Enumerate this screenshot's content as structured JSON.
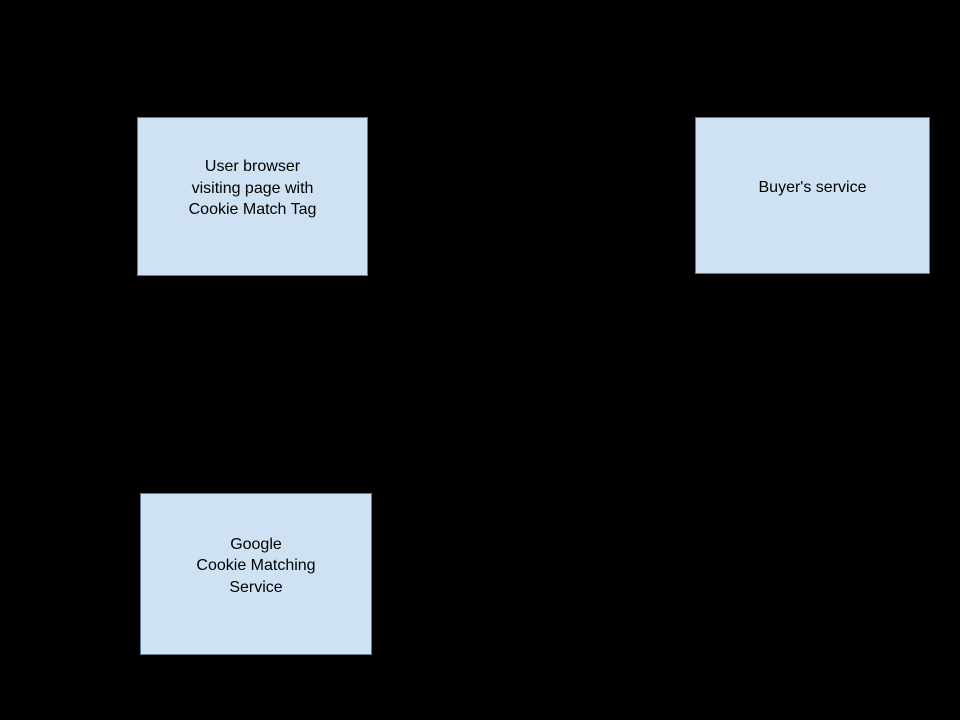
{
  "diagram": {
    "background_color": "#000000",
    "node_fill_color": "#cfe2f3",
    "node_border_color": "#5f7d95",
    "node_text_color": "#000000",
    "nodes": [
      {
        "id": "user-browser",
        "label": "User browser\nvisiting page with\nCookie Match Tag"
      },
      {
        "id": "buyers-service",
        "label": "Buyer's service"
      },
      {
        "id": "google-cookie-matching-service",
        "label": "Google\nCookie Matching\nService"
      }
    ]
  }
}
